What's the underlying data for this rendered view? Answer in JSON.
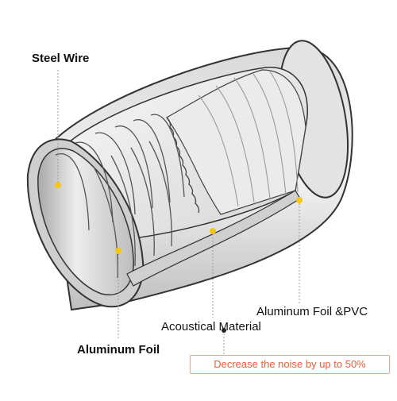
{
  "labels": {
    "steel_wire": "Steel Wire",
    "aluminum_foil_pvc": "Aluminum Foil &PVC",
    "acoustical_material": "Acoustical Material",
    "aluminum_foil": "Aluminum Foil"
  },
  "note": "Decrease the noise by up to 50%",
  "colors": {
    "marker": "#f5c518",
    "leader": "#9aa0a6",
    "note_text": "#e8613b",
    "note_border": "#f0a38b",
    "outline": "#333333"
  }
}
